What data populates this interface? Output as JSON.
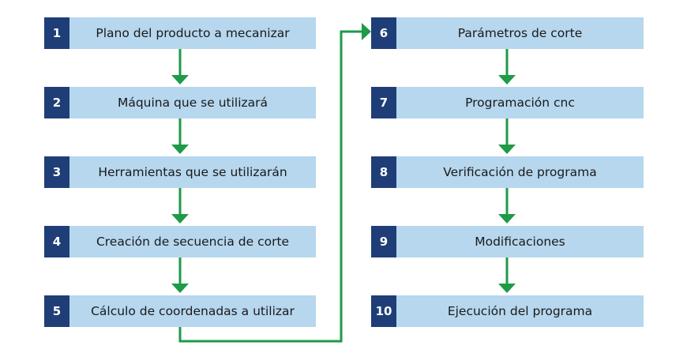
{
  "colors": {
    "number_box": "#1f3e78",
    "label_box": "#b6d7ee",
    "arrow": "#1e9a48"
  },
  "steps_left": [
    {
      "number": "1",
      "label": "Plano del producto a mecanizar"
    },
    {
      "number": "2",
      "label": "Máquina que se utilizará"
    },
    {
      "number": "3",
      "label": "Herramientas que se utilizarán"
    },
    {
      "number": "4",
      "label": "Creación de secuencia de corte"
    },
    {
      "number": "5",
      "label": "Cálculo de coordenadas a utilizar"
    }
  ],
  "steps_right": [
    {
      "number": "6",
      "label": "Parámetros de corte"
    },
    {
      "number": "7",
      "label": "Programación cnc"
    },
    {
      "number": "8",
      "label": "Verificación de programa"
    },
    {
      "number": "9",
      "label": "Modificaciones"
    },
    {
      "number": "10",
      "label": "Ejecución del programa"
    }
  ]
}
